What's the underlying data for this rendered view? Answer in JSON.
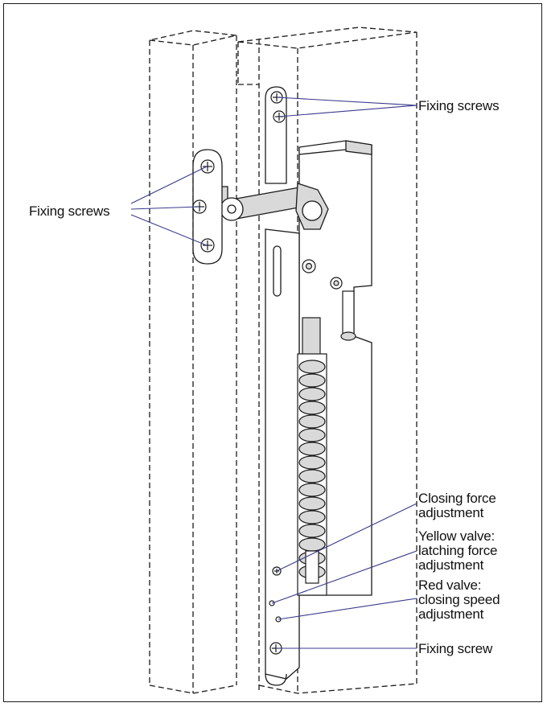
{
  "labels": {
    "top_right_screws": "Fixing screws",
    "left_screws": "Fixing screws",
    "closing_force": [
      "Closing force",
      "adjustment"
    ],
    "yellow_valve": [
      "Yellow valve:",
      "latching force",
      "adjustment"
    ],
    "red_valve": [
      "Red valve:",
      "closing speed",
      "adjustment"
    ],
    "bottom_screw": "Fixing screw"
  },
  "colors": {
    "leader": "#3a3a8c",
    "outline": "#1a1a1a",
    "shade": "#d9d9d9"
  }
}
